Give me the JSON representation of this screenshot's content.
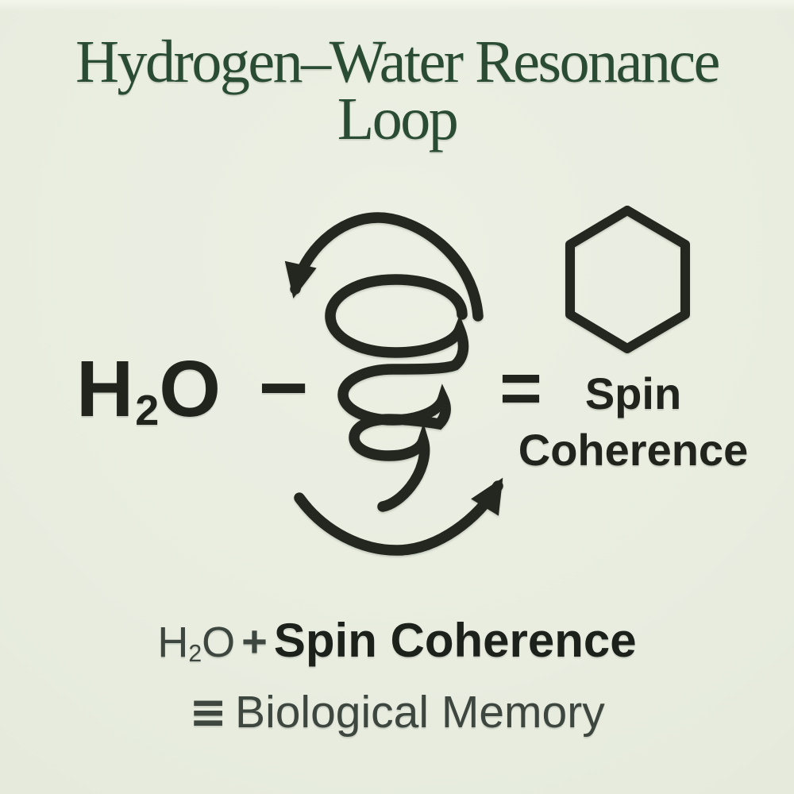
{
  "canvas": {
    "background_color": "#e9eee1",
    "ink_color": "#23271f",
    "title_color": "#2b4c34",
    "muted_text_color": "#3e473f"
  },
  "title": {
    "line1": "Hydrogen–Water Resonance",
    "line2": "Loop"
  },
  "equation": {
    "h2o": {
      "h": "H",
      "sub": "2",
      "o": "O"
    },
    "minus": "−",
    "equals": "=",
    "result": {
      "line1": "Spin",
      "line2": "Coherence"
    }
  },
  "icons": {
    "spiral": "spiral-vortex-arrows-icon",
    "hexagon": "hexagon-outline-icon"
  },
  "footer": {
    "h2o": {
      "h": "H",
      "sub": "2",
      "o": "O"
    },
    "plus": "+",
    "spin_coherence": "Spin Coherence",
    "equiv": "≡",
    "memory": "Biological Memory"
  }
}
